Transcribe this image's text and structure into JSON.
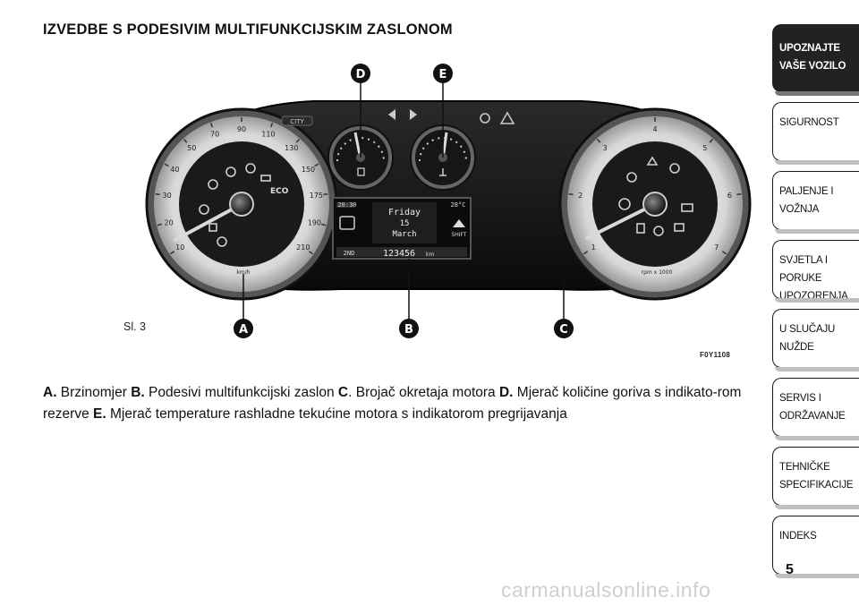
{
  "heading": "IZVEDBE S PODESIVIM MULTIFUNKCIJSKIM ZASLONOM",
  "figure": {
    "label": "Sl. 3",
    "code": "F0Y1108",
    "callouts": {
      "a": "A",
      "b": "B",
      "c": "C",
      "d": "D",
      "e": "E"
    },
    "speedometer": {
      "ticks": [
        "10",
        "20",
        "30",
        "40",
        "50",
        "70",
        "90",
        "110",
        "130",
        "150",
        "175",
        "190",
        "210"
      ],
      "unit": "km/h",
      "eco_label": "ECO"
    },
    "tachometer": {
      "ticks": [
        "1",
        "2",
        "3",
        "4",
        "5",
        "6",
        "7"
      ],
      "unit": "rpm x 1000"
    },
    "top_indicators": {
      "city": "CITY"
    },
    "display": {
      "time": "20:30",
      "temperature": "28°C",
      "day": "Friday",
      "date": "15",
      "month": "March",
      "odometer": "123456",
      "odometer_unit": "km",
      "gear_label": "2ND",
      "shift_label": "SHIFT"
    }
  },
  "caption": {
    "a_key": "A.",
    "a_text": " Brzinomjer ",
    "b_key": "B.",
    "b_text": " Podesivi multifunkcijski zaslon ",
    "c_key": "C",
    "c_text": ". Brojač okretaja motora ",
    "d_key": "D.",
    "d_text": " Mjerač količine goriva s indikato-rom rezerve ",
    "e_key": "E.",
    "e_text": " Mjerač temperature rashladne tekućine motora s indikatorom pregrijavanja"
  },
  "sidebar": {
    "tabs": [
      {
        "line1": "UPOZNAJTE",
        "line2": "VAŠE VOZILO"
      },
      {
        "line1": "SIGURNOST",
        "line2": ""
      },
      {
        "line1": "PALJENJE I",
        "line2": "VOŽNJA"
      },
      {
        "line1": "SVJETLA I PORUKE",
        "line2": "UPOZORENJA"
      },
      {
        "line1": "U SLUČAJU",
        "line2": "NUŽDE"
      },
      {
        "line1": "SERVIS I",
        "line2": "ODRŽAVANJE"
      },
      {
        "line1": "TEHNIČKE",
        "line2": "SPECIFIKACIJE"
      },
      {
        "line1": "INDEKS",
        "line2": ""
      }
    ]
  },
  "page_number": "5",
  "watermark": "carmanualsonline.info"
}
